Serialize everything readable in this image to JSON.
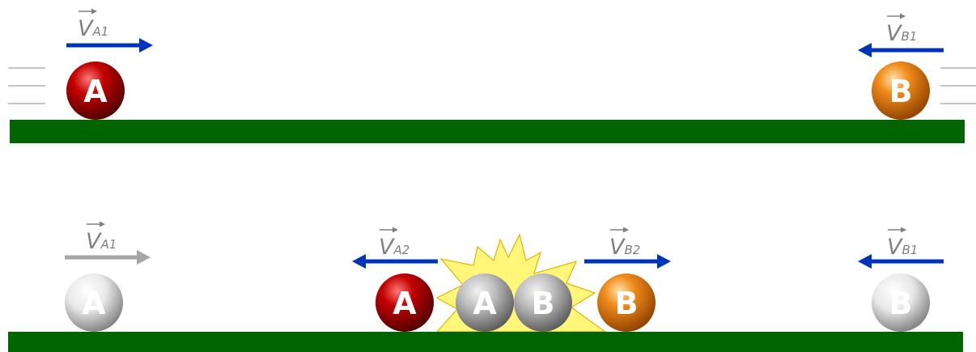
{
  "colors": {
    "ground": "#006400",
    "arrow_active": "#0033bb",
    "arrow_inactive": "#a6a6a6",
    "label": "#808080",
    "ball_a": "#a00000",
    "ball_b": "#e07810",
    "ghost": "#bdbdbd",
    "burst_fill": "#fff67a",
    "burst_stroke": "#e2b400"
  },
  "balls": {
    "a_letter": "A",
    "b_letter": "B"
  },
  "labels": {
    "va1": {
      "main": "V",
      "sub": "A1"
    },
    "vb1": {
      "main": "V",
      "sub": "B1"
    },
    "va2": {
      "main": "V",
      "sub": "A2"
    },
    "vb2": {
      "main": "V",
      "sub": "B2"
    }
  }
}
